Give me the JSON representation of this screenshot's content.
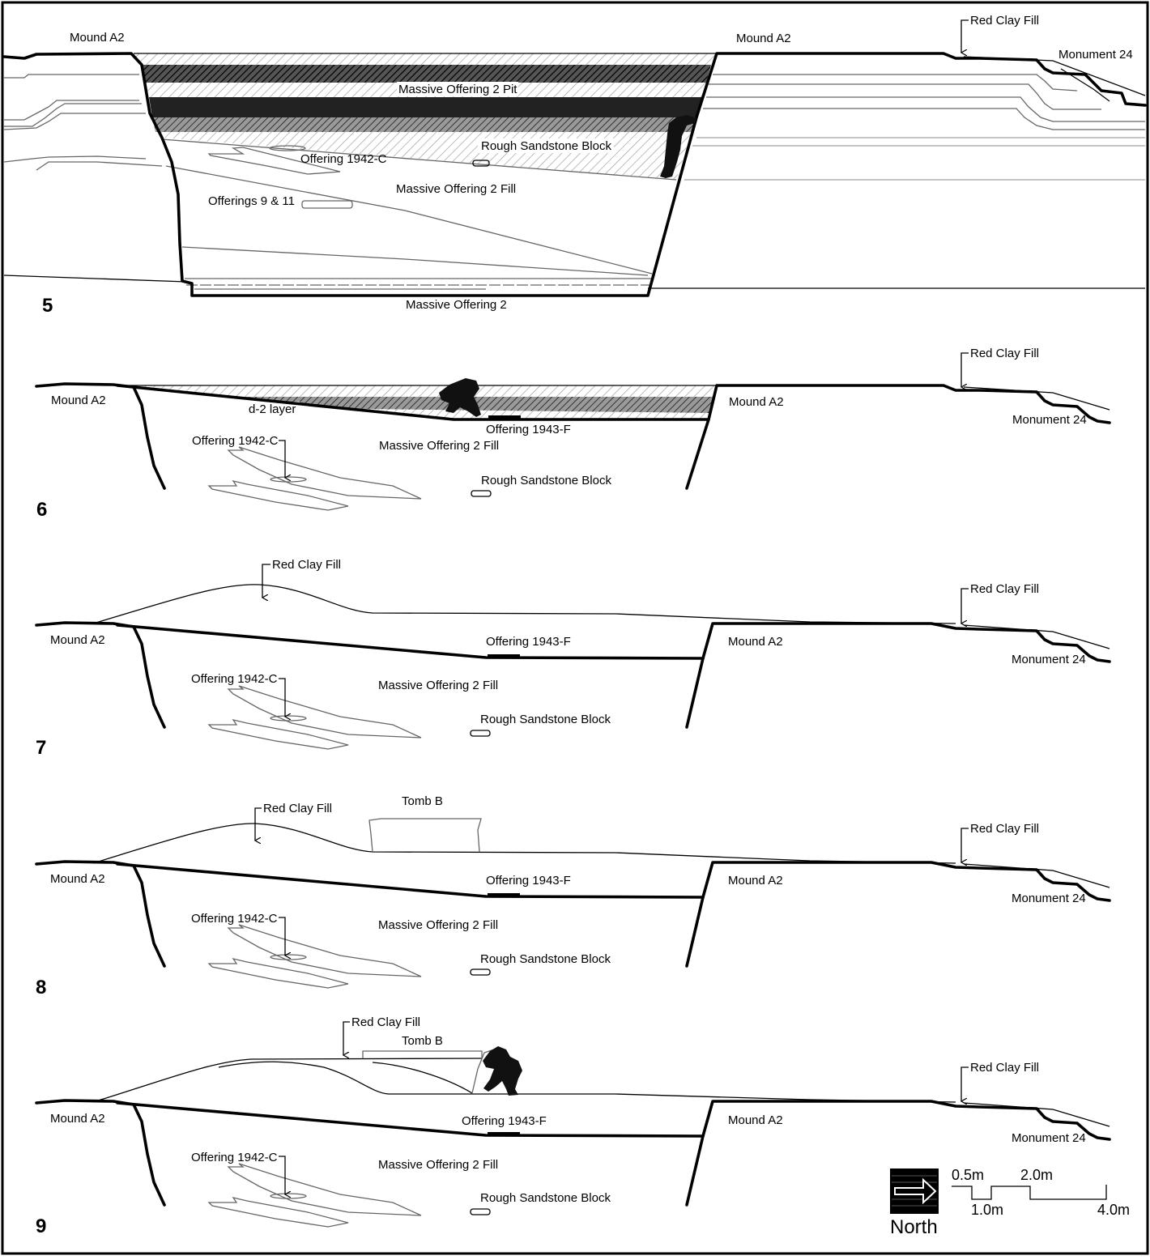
{
  "panels": [
    {
      "number": "5",
      "labels": {
        "mound_left": "Mound A2",
        "mound_right": "Mound A2",
        "red_clay": "Red Clay Fill",
        "monument": "Monument 24",
        "pit": "Massive Offering 2 Pit",
        "rough_block": "Rough Sandstone Block",
        "offering_1942c": "Offering 1942-C",
        "fill": "Massive Offering 2 Fill",
        "offerings_9_11": "Offerings 9 & 11",
        "massive_offering": "Massive Offering 2"
      }
    },
    {
      "number": "6",
      "labels": {
        "red_clay": "Red Clay Fill",
        "mound_left": "Mound A2",
        "mound_right": "Mound A2",
        "d2": "d-2 layer",
        "offering_1943f": "Offering 1943-F",
        "monument": "Monument 24",
        "offering_1942c": "Offering 1942-C",
        "fill": "Massive Offering 2 Fill",
        "rough_block": "Rough Sandstone Block"
      }
    },
    {
      "number": "7",
      "labels": {
        "red_clay_top": "Red Clay Fill",
        "red_clay": "Red Clay Fill",
        "mound_left": "Mound A2",
        "offering_1943f": "Offering 1943-F",
        "mound_right": "Mound A2",
        "monument": "Monument 24",
        "offering_1942c": "Offering 1942-C",
        "fill": "Massive Offering 2 Fill",
        "rough_block": "Rough Sandstone Block"
      }
    },
    {
      "number": "8",
      "labels": {
        "tomb": "Tomb B",
        "red_clay_top": "Red Clay Fill",
        "red_clay": "Red Clay Fill",
        "mound_left": "Mound A2",
        "offering_1943f": "Offering 1943-F",
        "mound_right": "Mound A2",
        "monument": "Monument 24",
        "offering_1942c": "Offering 1942-C",
        "fill": "Massive Offering 2 Fill",
        "rough_block": "Rough Sandstone Block"
      }
    },
    {
      "number": "9",
      "labels": {
        "red_clay_top": "Red Clay Fill",
        "tomb": "Tomb B",
        "red_clay": "Red Clay Fill",
        "mound_left": "Mound A2",
        "offering_1943f": "Offering 1943-F",
        "mound_right": "Mound A2",
        "monument": "Monument 24",
        "offering_1942c": "Offering 1942-C",
        "fill": "Massive Offering 2 Fill",
        "rough_block": "Rough Sandstone Block"
      }
    }
  ],
  "legend": {
    "north": "North",
    "north_icon": "arrow-right-icon",
    "scale_labels": [
      "0.5m",
      "1.0m",
      "2.0m",
      "4.0m"
    ]
  }
}
